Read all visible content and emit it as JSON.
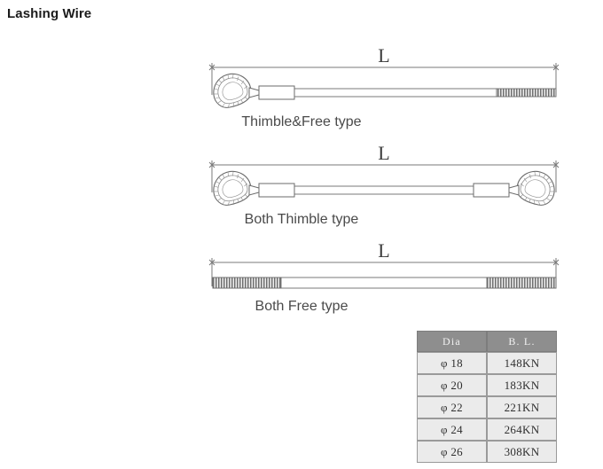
{
  "page": {
    "title": "Lashing Wire",
    "background_color": "#ffffff"
  },
  "diagrams": [
    {
      "id": "thimble-free",
      "caption": "Thimble&Free type",
      "dimension_label": "L",
      "left_end": "thimble",
      "right_end": "free"
    },
    {
      "id": "both-thimble",
      "caption": "Both Thimble type",
      "dimension_label": "L",
      "left_end": "thimble",
      "right_end": "thimble"
    },
    {
      "id": "both-free",
      "caption": "Both Free type",
      "dimension_label": "L",
      "left_end": "free",
      "right_end": "free"
    }
  ],
  "spec_table": {
    "headers": [
      "Dia",
      "B. L."
    ],
    "rows": [
      [
        "φ 18",
        "148KN"
      ],
      [
        "φ 20",
        "183KN"
      ],
      [
        "φ 22",
        "221KN"
      ],
      [
        "φ 24",
        "264KN"
      ],
      [
        "φ 26",
        "308KN"
      ]
    ],
    "header_background": "#8e8e8e",
    "row_background": "#ebebeb",
    "border_color": "#9a9a9a"
  },
  "style": {
    "line_color": "#6b6b6b",
    "caption_color": "#4a4a4a",
    "title_color": "#1b1b1b"
  }
}
